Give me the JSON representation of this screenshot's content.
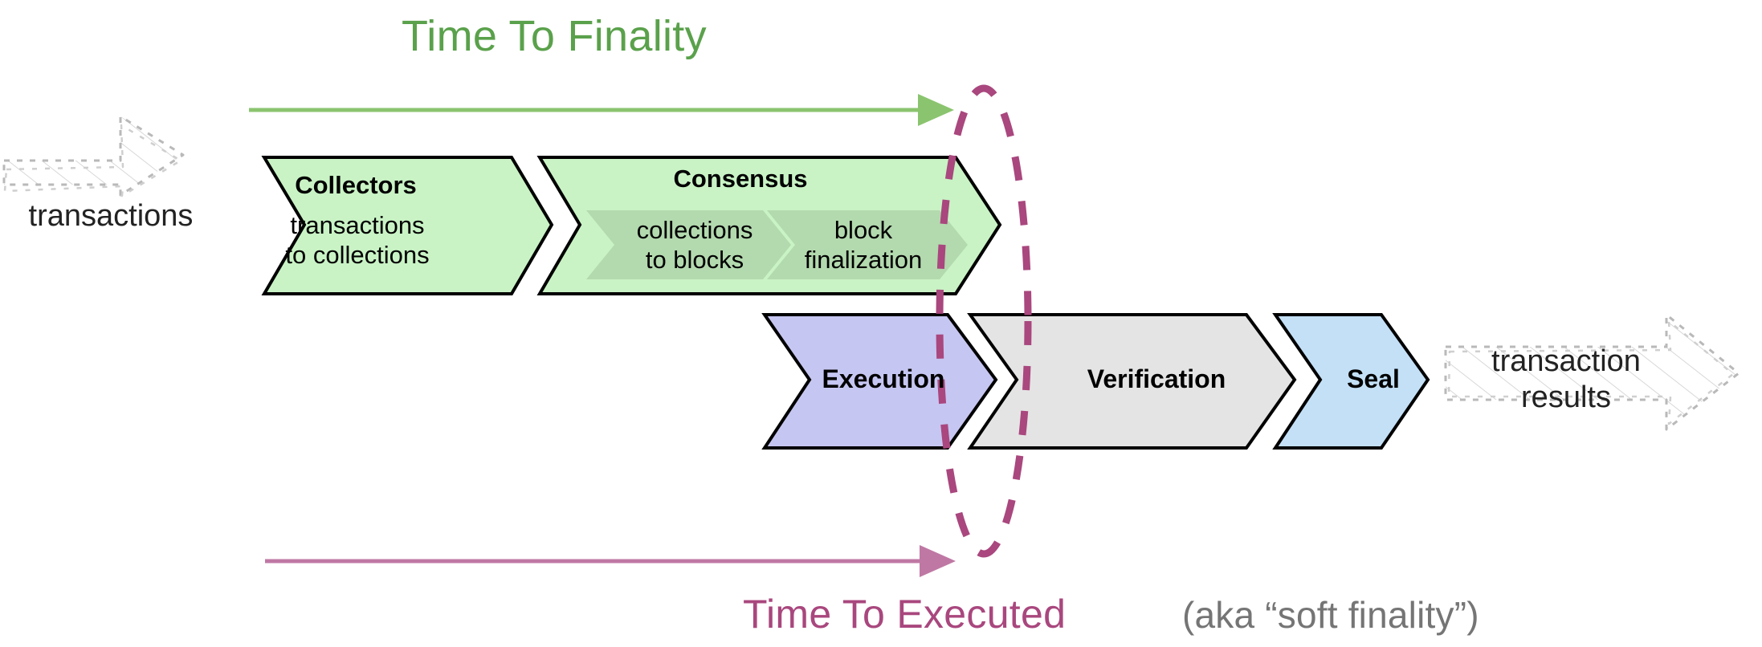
{
  "diagram": {
    "title_top": "Time To Finality",
    "caption_bottom_main": "Time To Executed",
    "caption_bottom_note": "(aka “soft finality”)",
    "input_label": "transactions",
    "output_label": "transaction\nresults"
  },
  "pipeline_top": {
    "collectors": {
      "title": "Collectors",
      "subtitle": "transactions\nto collections"
    },
    "consensus": {
      "title": "Consensus",
      "sub_steps": [
        {
          "label": "collections\nto blocks"
        },
        {
          "label": "block\nfinalization"
        }
      ]
    }
  },
  "pipeline_bottom": {
    "steps": [
      {
        "label": "Execution"
      },
      {
        "label": "Verification"
      },
      {
        "label": "Seal"
      }
    ]
  },
  "colors": {
    "green_accent": "#5aa14b",
    "green_fill": "#c9f3c5",
    "green_substep_fill": "#b3d9ae",
    "magenta_accent": "#a9477e",
    "magenta_arrow": "#bf78a4",
    "grey_text": "#757575",
    "execution_fill": "#c6c6f2",
    "verification_fill": "#e4e4e4",
    "seal_fill": "#c3e0f7",
    "outline": "#000000",
    "sketch_outline": "#b9b9b9"
  },
  "markers": {
    "arrow_top": "arrow-right",
    "arrow_bottom": "arrow-right",
    "finality_boundary": "dashed-ellipse"
  }
}
